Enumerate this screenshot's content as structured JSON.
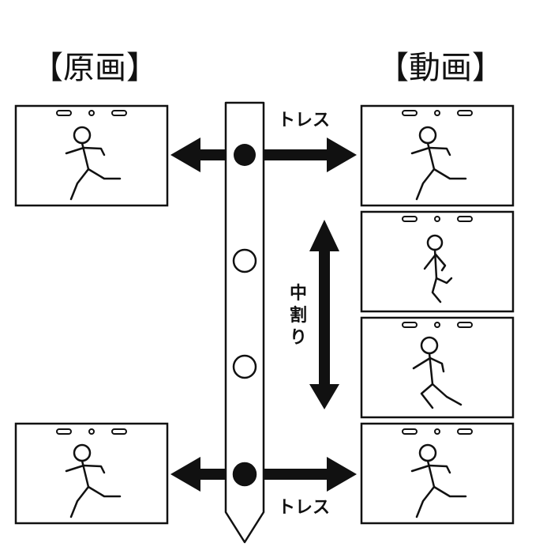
{
  "headings": {
    "keyframes": "【原画】",
    "inbetweens": "【動画】"
  },
  "labels": {
    "trace_top": "トレス",
    "trace_bottom": "トレス",
    "inbetweening": "中割り"
  },
  "colors": {
    "ink": "#111111",
    "paper": "#ffffff"
  }
}
